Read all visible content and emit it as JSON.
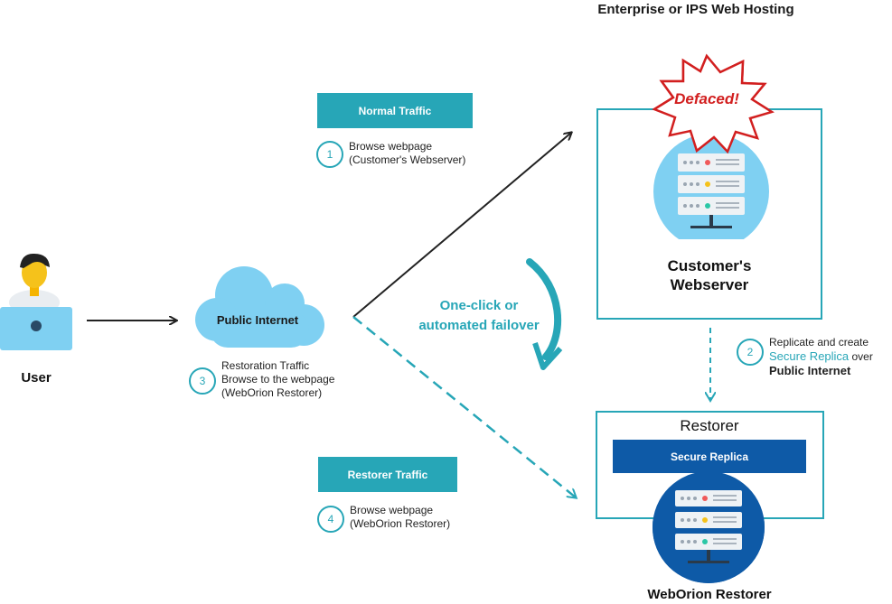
{
  "header": {
    "title": "Enterprise or IPS Web Hosting"
  },
  "tags": {
    "normal_traffic": "Normal Traffic",
    "restorer_traffic": "Restorer Traffic"
  },
  "steps": [
    {
      "num": "1",
      "lines": [
        "Browse webpage",
        "(Customer's Webserver)"
      ]
    },
    {
      "num": "2",
      "lines": [
        "Replicate and create"
      ],
      "highlight": "Secure Replica",
      "after_highlight": " over",
      "bold_line": "Public Internet"
    },
    {
      "num": "3",
      "lines": [
        "Restoration Traffic",
        "Browse to the webpage",
        "(WebOrion Restorer)"
      ]
    },
    {
      "num": "4",
      "lines": [
        "Browse webpage",
        "(WebOrion Restorer)"
      ]
    }
  ],
  "user": {
    "label": "User"
  },
  "cloud": {
    "label": "Public Internet"
  },
  "failover": {
    "line1": "One-click or",
    "line2": "automated failover"
  },
  "webserver": {
    "badge": "Defaced!",
    "label_line1": "Customer's",
    "label_line2": "Webserver"
  },
  "restorer": {
    "title": "Restorer",
    "replica": "Secure Replica",
    "label": "WebOrion Restorer"
  },
  "colors": {
    "teal": "#27a6b7",
    "blue": "#0e5aa7",
    "red": "#d21f1f",
    "light_blue": "#7fd0f2"
  }
}
